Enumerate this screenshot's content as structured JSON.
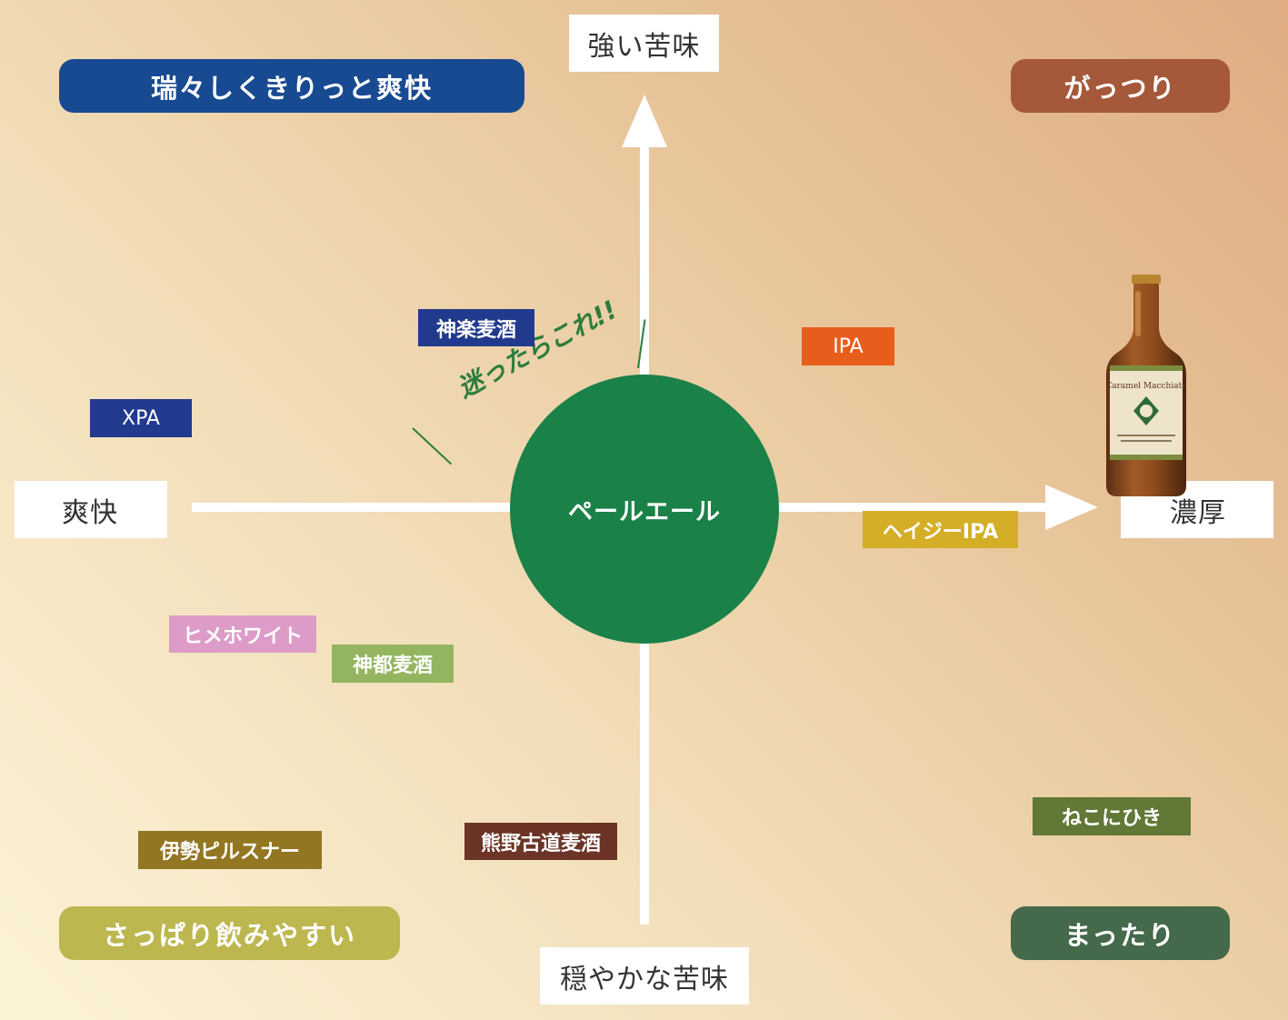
{
  "axes": {
    "top": "強い苦味",
    "bottom": "穏やかな苦味",
    "left": "爽快",
    "right": "濃厚"
  },
  "quadrants": {
    "top_left": {
      "label": "瑞々しくきりっと爽快",
      "color": "#184a92"
    },
    "top_right": {
      "label": "がっつり",
      "color": "#a5583a"
    },
    "bottom_left": {
      "label": "さっぱり飲みやすい",
      "color": "#bdb750"
    },
    "bottom_right": {
      "label": "まったり",
      "color": "#45694b"
    }
  },
  "center": {
    "label": "ペールエール",
    "color": "#1a8148"
  },
  "callout": "迷ったらこれ!!",
  "beers": [
    {
      "label": "神楽麦酒",
      "color": "#223a8d"
    },
    {
      "label": "IPA",
      "color": "#e85d1c"
    },
    {
      "label": "XPA",
      "color": "#223a8d"
    },
    {
      "label": "ヘイジーIPA",
      "color": "#d4ae27"
    },
    {
      "label": "ヒメホワイト",
      "color": "#dd9cc8"
    },
    {
      "label": "神都麦酒",
      "color": "#93b560"
    },
    {
      "label": "伊勢ピルスナー",
      "color": "#937622"
    },
    {
      "label": "熊野古道麦酒",
      "color": "#6b3426"
    },
    {
      "label": "ねこにひき",
      "color": "#627836"
    }
  ],
  "bottle_label": {
    "name": "Caramel Macchiato",
    "icon": "beer-bottle-icon"
  }
}
